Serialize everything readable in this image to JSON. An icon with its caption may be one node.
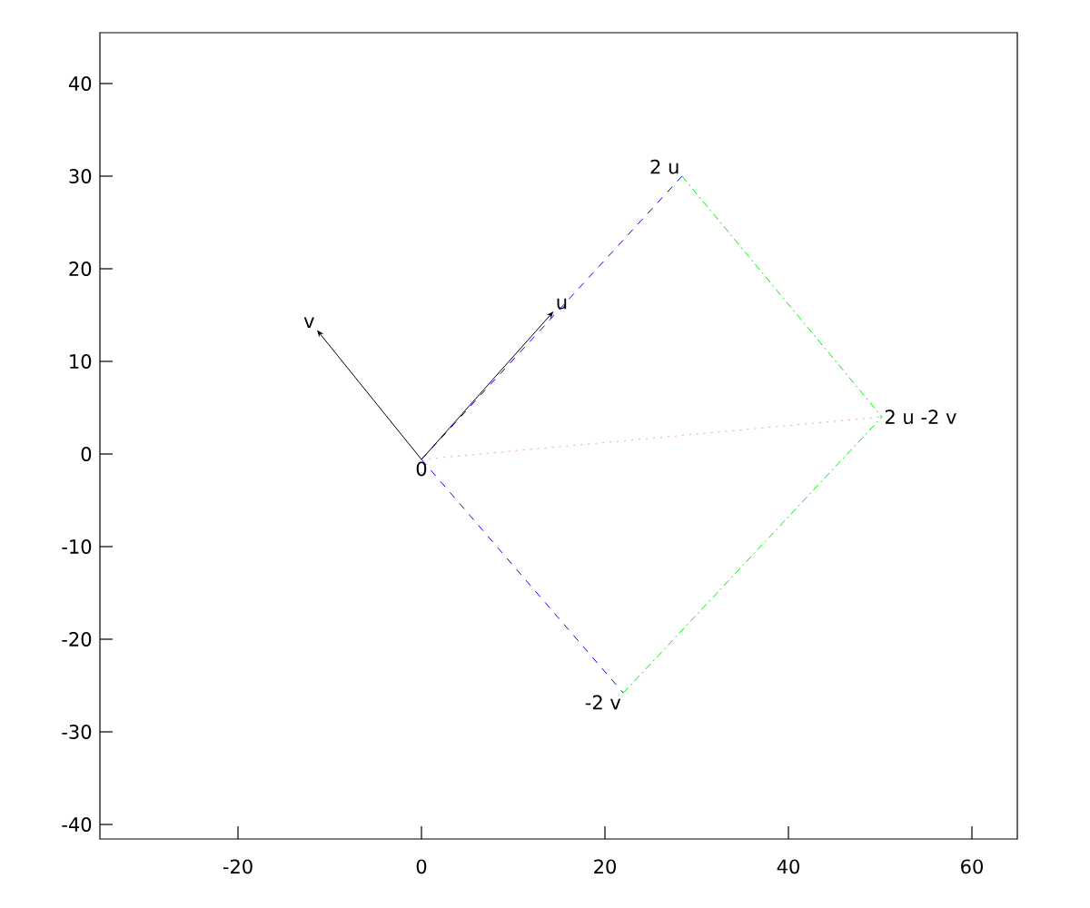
{
  "diagram": {
    "nodes": [
      {
        "text": [
          "0"
        ]
      },
      {
        "text": [
          "u"
        ]
      },
      {
        "text": [
          "v"
        ]
      },
      {
        "text": [
          "2 u"
        ]
      },
      {
        "text": [
          "-2 v"
        ]
      },
      {
        "text": [
          "2 u -2 v"
        ]
      }
    ],
    "edges": [
      {
        "from": 0,
        "to": 3,
        "arrow": "none",
        "style": "dashed",
        "color": "#0000ff"
      },
      {
        "from": 0,
        "to": 4,
        "arrow": "none",
        "style": "dashed",
        "color": "#0000ff"
      },
      {
        "from": 3,
        "to": 5,
        "arrow": "none",
        "style": "dashed",
        "color": "#00ee00"
      },
      {
        "from": 4,
        "to": 5,
        "arrow": "none",
        "style": "dashed",
        "color": "#00ee00"
      },
      {
        "from": 0,
        "to": 5,
        "arrow": "none",
        "style": "dashed",
        "color": "#ffa0a0"
      },
      {
        "from": 0,
        "to": 1,
        "arrow": "to",
        "color": "#000000"
      },
      {
        "from": 0,
        "to": 2,
        "arrow": "to",
        "color": "#000000"
      }
    ],
    "labels": [
      "40",
      "30",
      "20",
      "10",
      "0",
      "-10",
      "-20",
      "-30",
      "-40",
      "-20",
      "0",
      "20",
      "40",
      "60"
    ]
  }
}
